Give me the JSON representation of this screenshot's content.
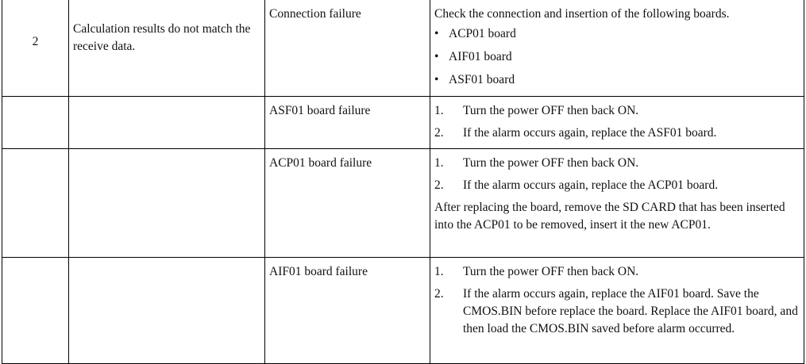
{
  "rows": [
    {
      "number": "2",
      "event": "Calculation results do not match the receive data.",
      "cause": "Connection failure",
      "action_intro": "Check the connection and insertion of the following boards.",
      "bullets": [
        "ACP01 board",
        "AIF01 board",
        "ASF01 board"
      ]
    },
    {
      "number": "",
      "event": "",
      "cause": "ASF01 board failure",
      "steps": [
        {
          "num": "1.",
          "text": "Turn the power OFF then back ON."
        },
        {
          "num": "2.",
          "text": "If the alarm occurs again, replace the ASF01 board."
        }
      ]
    },
    {
      "number": "",
      "event": "",
      "cause": "ACP01 board failure",
      "steps": [
        {
          "num": "1.",
          "text": "Turn the power OFF then back ON."
        },
        {
          "num": "2.",
          "text": "If the alarm occurs again, replace the ACP01 board."
        }
      ],
      "note": "After replacing the board, remove the SD CARD that has been inserted into the ACP01 to be removed, insert it the new ACP01."
    },
    {
      "number": "",
      "event": "",
      "cause": "AIF01 board failure",
      "steps": [
        {
          "num": "1.",
          "text": "Turn the power OFF then back ON."
        },
        {
          "num": "2.",
          "text": "If the alarm occurs again, replace the AIF01 board. Save the CMOS.BIN before replace the board. Replace the AIF01 board, and then load the CMOS.BIN saved before alarm occurred."
        }
      ]
    }
  ],
  "bullet_glyph": "•"
}
